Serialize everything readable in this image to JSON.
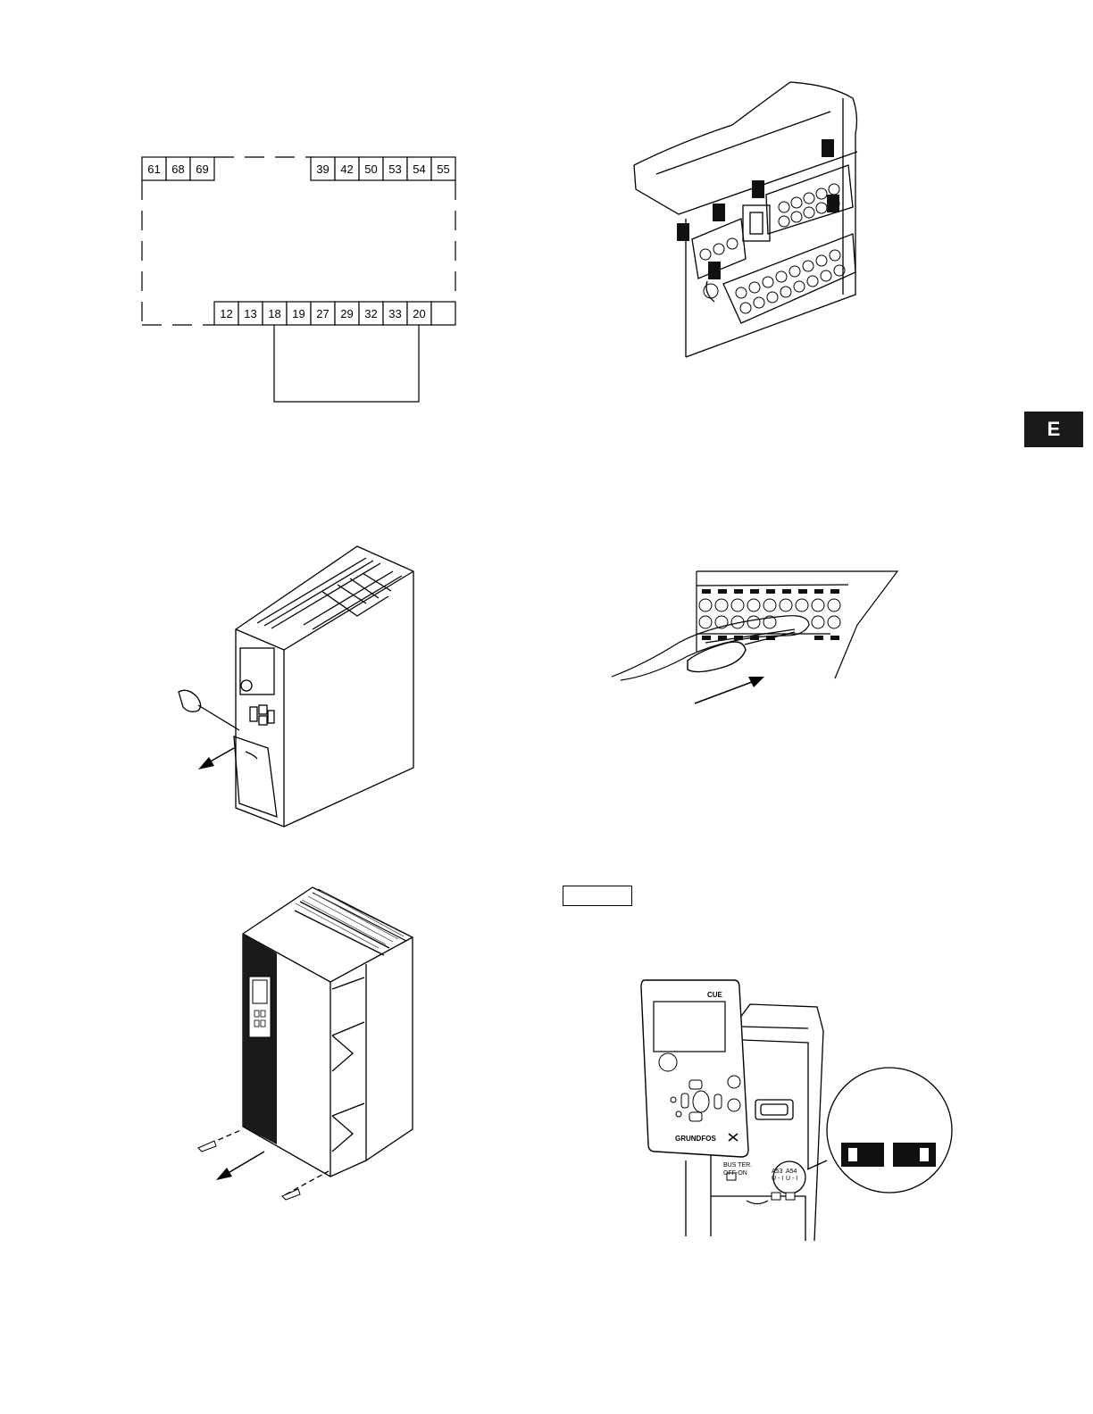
{
  "side_tab": {
    "label": "E"
  },
  "terminal_diagram": {
    "top_terminals_left": [
      "61",
      "68",
      "69"
    ],
    "top_terminals_right": [
      "39",
      "42",
      "50",
      "53",
      "54",
      "55"
    ],
    "bottom_terminals": [
      "12",
      "13",
      "18",
      "19",
      "27",
      "29",
      "32",
      "33",
      "20",
      ""
    ]
  },
  "cue_panel": {
    "model_label": "CUE",
    "brand_label": "GRUNDFOS",
    "bus_switch_label_1": "BUS TER.",
    "bus_switch_label_2": "OFF-ON",
    "switch_a53_label_1": "A53",
    "switch_a53_label_2": "U - I",
    "switch_a54_label_1": "A54",
    "switch_a54_label_2": "U - I"
  },
  "icons": [
    "screwdriver-icon",
    "arrow-icon",
    "screw-icon"
  ]
}
